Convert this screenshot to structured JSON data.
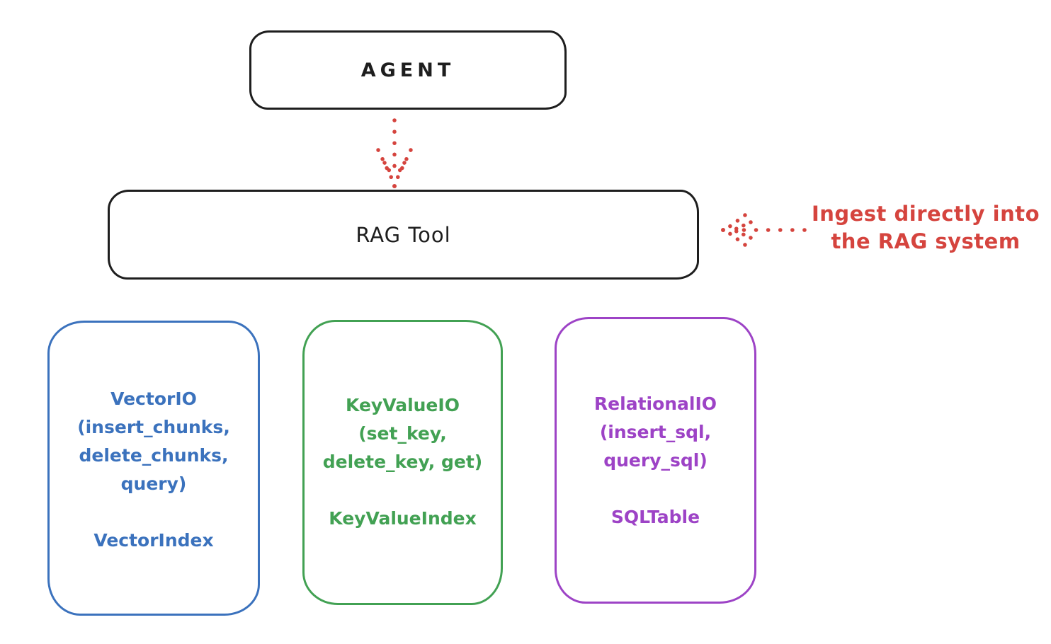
{
  "colors": {
    "stroke": "#1e1e1e",
    "red": "#d5443e",
    "blue": "#3b72bd",
    "green": "#42a153",
    "purple": "#9d43c6"
  },
  "agent": {
    "label": "AGENT"
  },
  "rag_tool": {
    "label": "RAG Tool"
  },
  "annotation": {
    "line1": "Ingest directly into",
    "line2": "the RAG system"
  },
  "backends": [
    {
      "name": "vector-io",
      "color": "#3b72bd",
      "lines": [
        "VectorIO",
        "(insert_chunks,",
        "delete_chunks,",
        "query)"
      ],
      "index": "VectorIndex"
    },
    {
      "name": "keyvalue-io",
      "color": "#42a153",
      "lines": [
        "KeyValueIO",
        "(set_key,",
        "delete_key, get)"
      ],
      "index": "KeyValueIndex"
    },
    {
      "name": "relational-io",
      "color": "#9d43c6",
      "lines": [
        "RelationalIO",
        "(insert_sql,",
        "query_sql)"
      ],
      "index": "SQLTable"
    }
  ],
  "arrows": {
    "agent_to_ragtool": "dotted-down-arrow",
    "ingest_to_ragtool": "dotted-left-arrow"
  }
}
